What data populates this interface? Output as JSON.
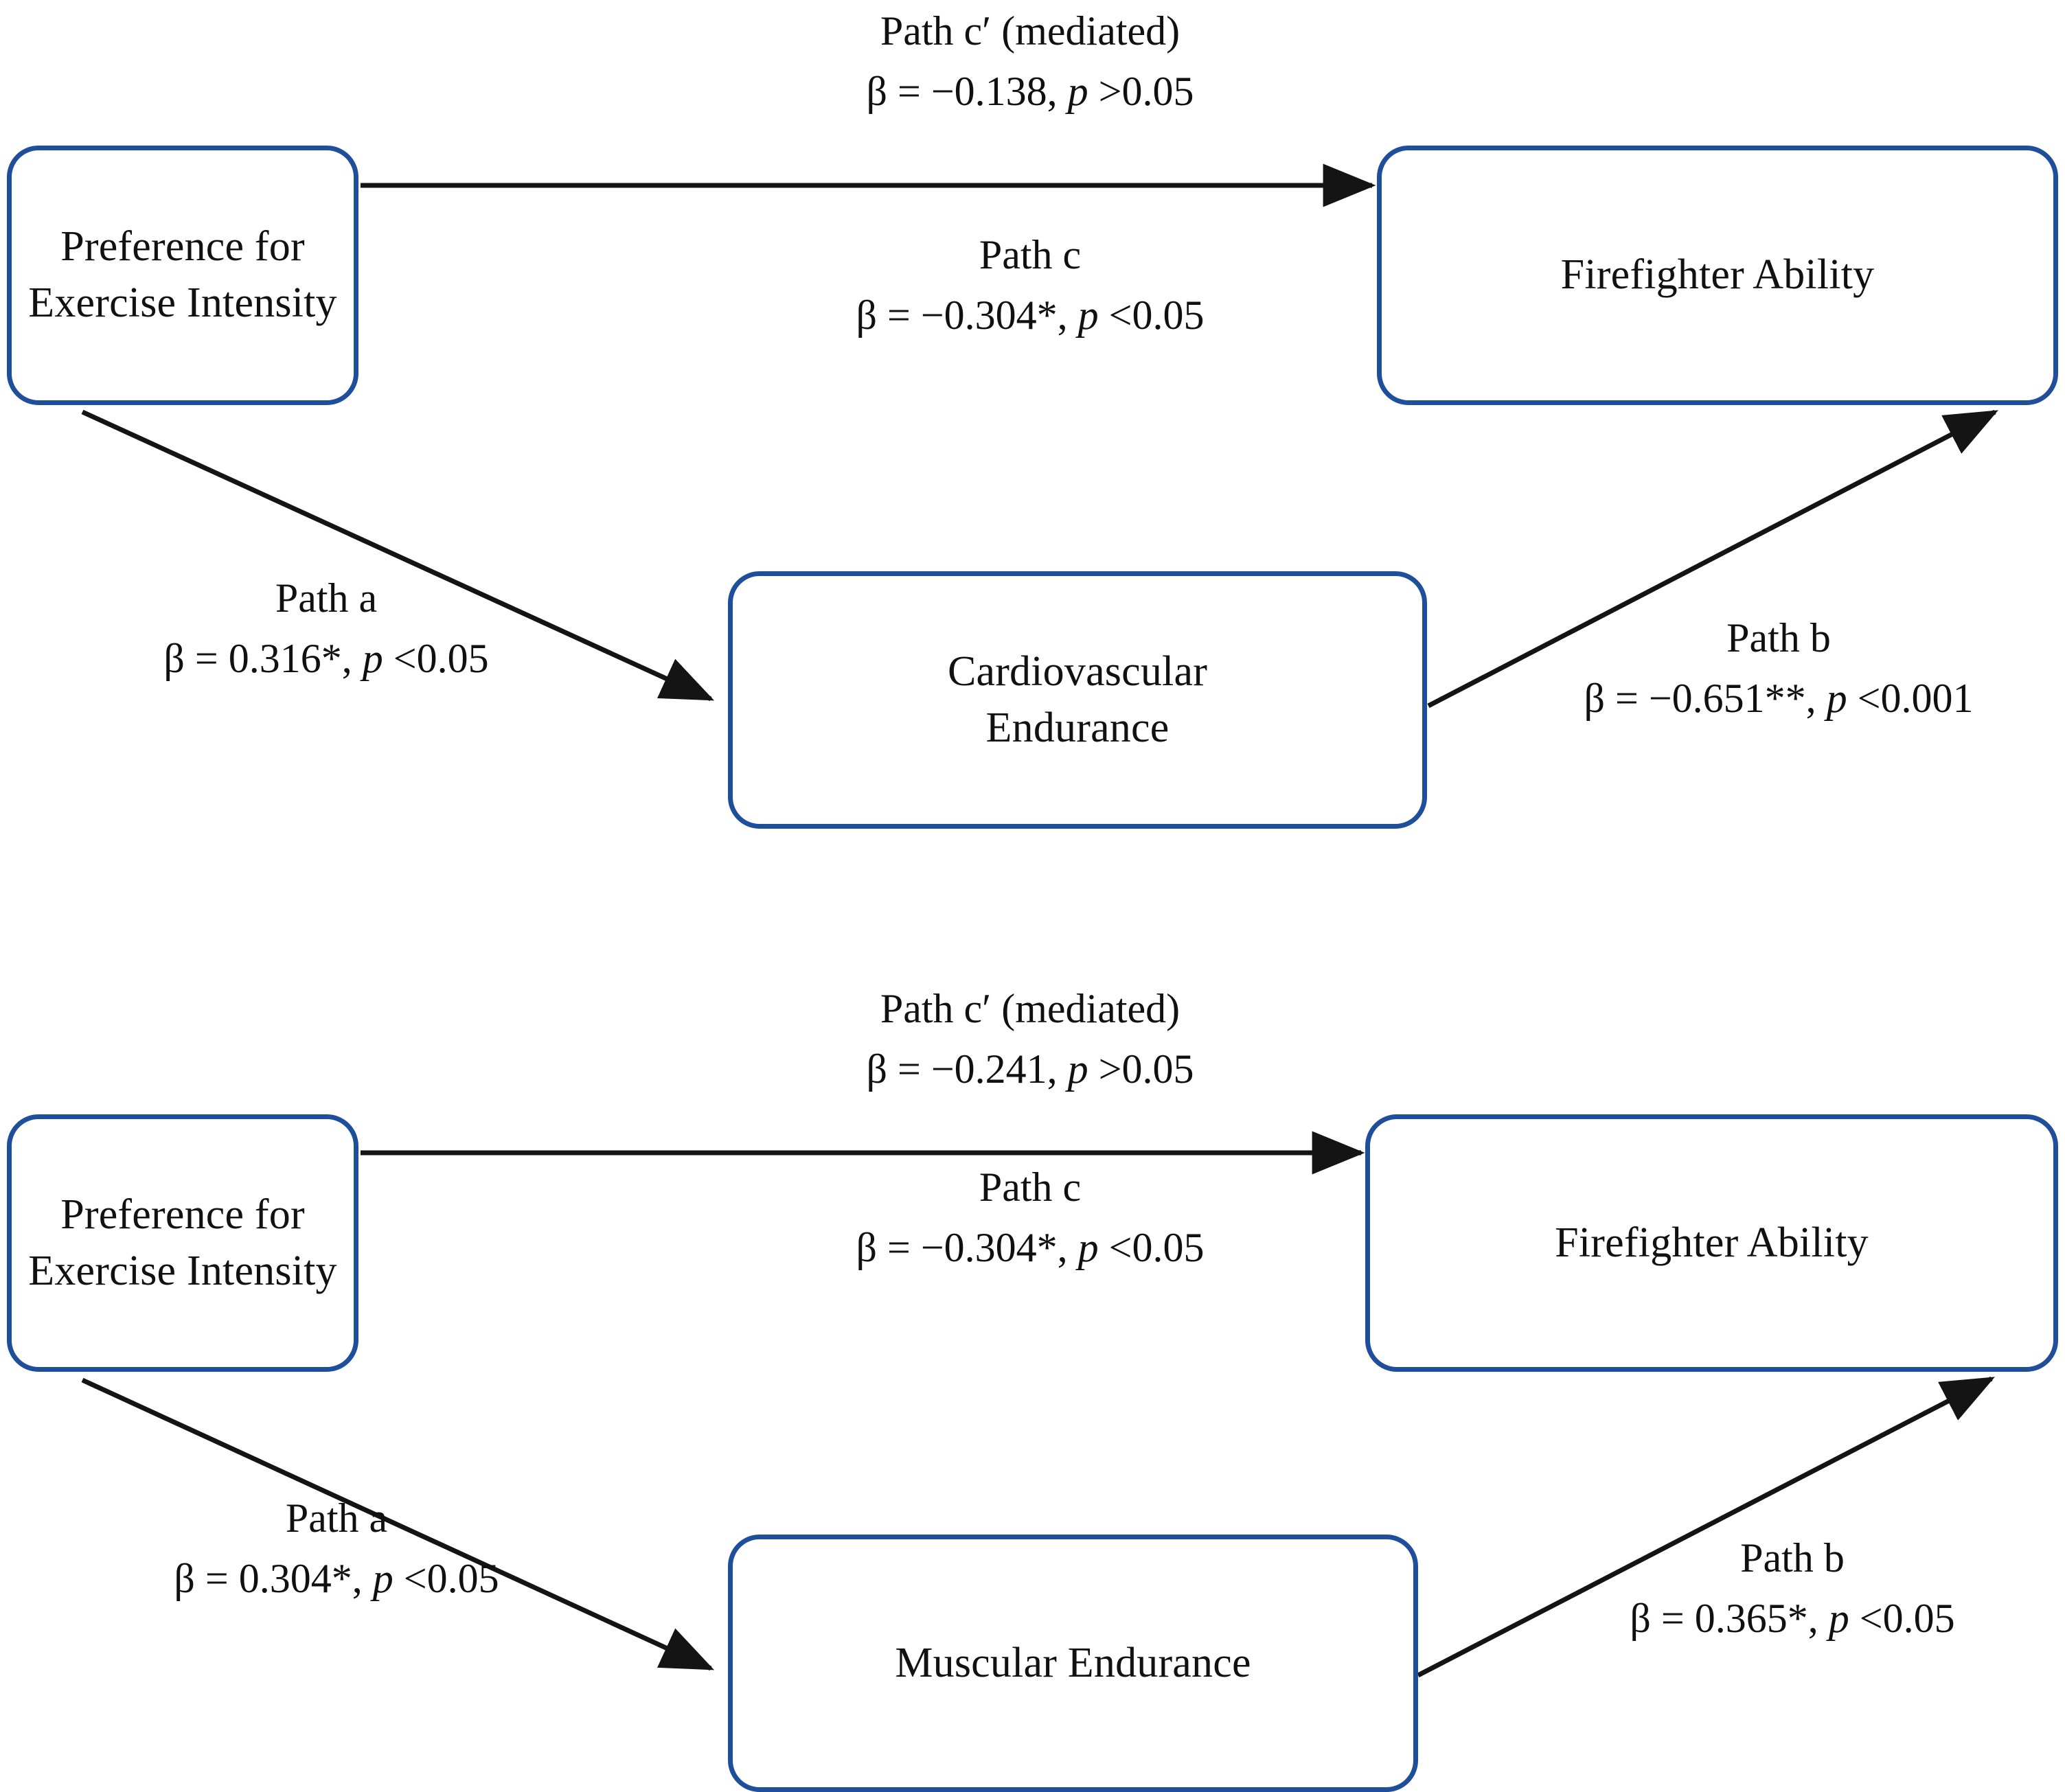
{
  "figure": {
    "type": "mediation-path-diagram",
    "panels": [
      {
        "id": "panel-cardiovascular",
        "nodes": {
          "predictor": "Preference for\nExercise Intensity",
          "predictor_line1": "Preference for",
          "predictor_line2": "Exercise Intensity",
          "mediator_line1": "Cardiovascular",
          "mediator_line2": "Endurance",
          "outcome": "Firefighter Ability"
        },
        "paths": {
          "c_prime": {
            "title": "Path c′ (mediated)",
            "beta_prefix": "β = −0.138, ",
            "p_italic": "p",
            "p_rest": " >0.05",
            "beta": -0.138,
            "significance": "ns"
          },
          "c": {
            "title": "Path c",
            "beta_prefix": "β = −0.304*, ",
            "p_italic": "p",
            "p_rest": " <0.05",
            "beta": -0.304,
            "significance": "*"
          },
          "a": {
            "title": "Path a",
            "beta_prefix": "β = 0.316*, ",
            "p_italic": "p",
            "p_rest": " <0.05",
            "beta": 0.316,
            "significance": "*"
          },
          "b": {
            "title": "Path b",
            "beta_prefix": "β = −0.651**, ",
            "p_italic": "p",
            "p_rest": " <0.001",
            "beta": -0.651,
            "significance": "**"
          }
        }
      },
      {
        "id": "panel-muscular",
        "nodes": {
          "predictor_line1": "Preference for",
          "predictor_line2": "Exercise Intensity",
          "mediator_line1": "Muscular Endurance",
          "outcome": "Firefighter Ability"
        },
        "paths": {
          "c_prime": {
            "title": "Path c′ (mediated)",
            "beta_prefix": "β = −0.241, ",
            "p_italic": "p",
            "p_rest": " >0.05",
            "beta": -0.241,
            "significance": "ns"
          },
          "c": {
            "title": "Path c",
            "beta_prefix": "β = −0.304*, ",
            "p_italic": "p",
            "p_rest": " <0.05",
            "beta": -0.304,
            "significance": "*"
          },
          "a": {
            "title": "Path a",
            "beta_prefix": "β = 0.304*, ",
            "p_italic": "p",
            "p_rest": " <0.05",
            "beta": 0.304,
            "significance": "*"
          },
          "b": {
            "title": "Path b",
            "beta_prefix": "β = 0.365*, ",
            "p_italic": "p",
            "p_rest": " <0.05",
            "beta": 0.365,
            "significance": "*"
          }
        }
      }
    ],
    "colors": {
      "box_border": "#1F4E9B",
      "arrow": "#1A1A1A",
      "text": "#101010",
      "background": "#FFFFFF"
    }
  }
}
